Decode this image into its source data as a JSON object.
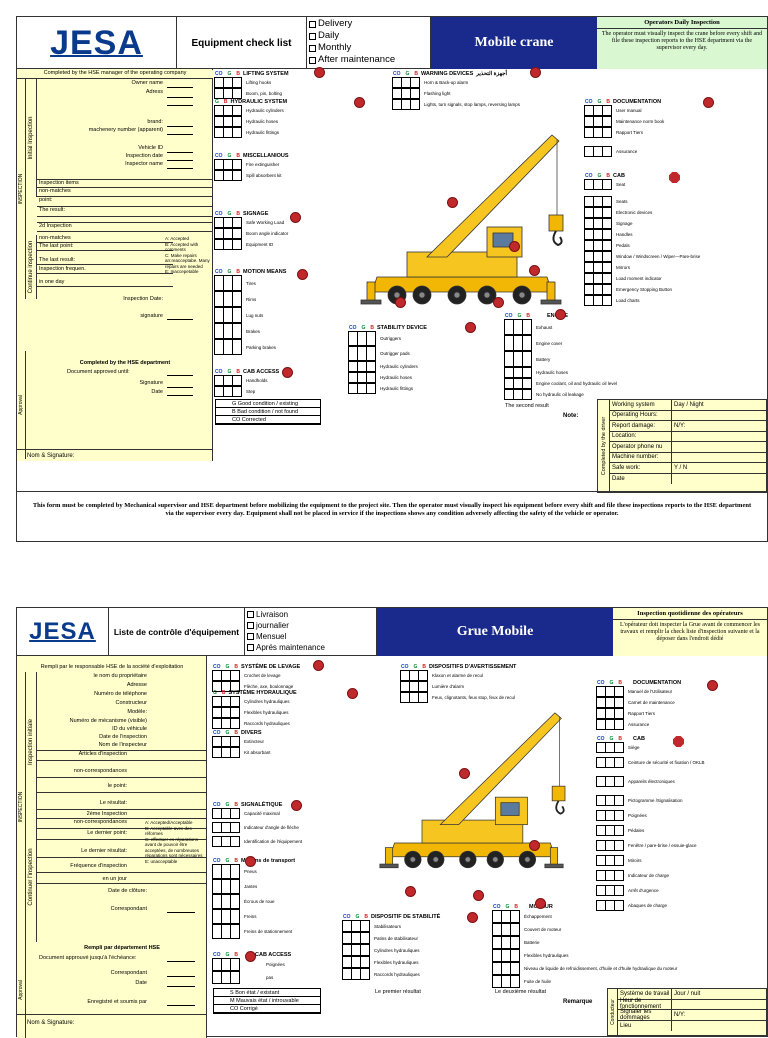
{
  "english": {
    "logo": "JESA",
    "checklist_title": "Equipment check list",
    "frequency": [
      "Delivery",
      "Daily",
      "Monthly",
      "After maintenance"
    ],
    "crane_title": "Mobile crane",
    "odi_title": "Operators Daily Inspection",
    "odi_desc": "The operator must visually inspect the crane before every shift and file these inspection reports to the HSE department via the supervisor every day.",
    "completed_by_op": "Completed by the HSE manager of the operating company",
    "owner_fields": [
      "Owner name",
      "Adress",
      "brand:",
      "machenery number (apparent)",
      "Vehicle ID",
      "Inspection date",
      "Inspector name"
    ],
    "vtab_inspection": "INSPECTION",
    "vtab_initial": "Initial Inspection",
    "vtab_continue": "Continue inspection",
    "vtab_approval": "Approval",
    "inspection_rows": [
      "Inspection items",
      "non-matches",
      "point:",
      "The result:",
      "2d Inspection",
      "non-matches",
      "The last point:",
      "The last result:",
      "Inspection frequen.",
      "in one day"
    ],
    "abce": [
      "A: Accepted",
      "B: Accepted with comments",
      "C: Make repairs arr.reacceptabe. Many repairs are needed",
      "E: Inaccepetable"
    ],
    "inspection_date": "Inspection Date:",
    "signature": "signature",
    "completed_by_hse": "Completed by the HSE department",
    "doc_approved": "Document approved until:",
    "sig2": "Signature",
    "date": "Date",
    "nom_sig": "Nom & Signature:",
    "sections": {
      "lifting": "LIFTING SYSTEM",
      "lifting_items": [
        "Lifting hooks",
        "Boom, pin, bolting"
      ],
      "hydraulic": "HYDRAULIC SYSTEM",
      "hydraulic_items": [
        "Hydraulic cylinders",
        "Hydraulic hoses",
        "Hydraulic fittings"
      ],
      "misc": "MISCELLANIOUS",
      "misc_items": [
        "Fire extinguisher",
        "Spill absorbent kit"
      ],
      "signage": "SIGNAGE",
      "signage_items": [
        "Safe Working Load",
        "Boom angle indicator",
        "Equipment ID"
      ],
      "motion": "MOTION MEANS",
      "motion_items": [
        "Tires",
        "Rims",
        "Lug nuts",
        "Brakes",
        "Parking brakes"
      ],
      "cab_access": "CAB ACCESS",
      "cab_access_items": [
        "Handholds",
        "Step"
      ],
      "warning": "WARNING DEVICES",
      "warning_ar": "أجهزة التحذير",
      "warning_items": [
        "Horn & Back-up alarm",
        "Flashing light",
        "Lights, turn signals, stop lamps, reversing lamps"
      ],
      "documentation": "DOCUMENTATION",
      "doc_items": [
        "User manual",
        "Maintenance norm book",
        "Rapport Tiers",
        "Assurance"
      ],
      "cab": "CAB",
      "cab_items": [
        "Seat",
        "Seats",
        "Electronic devices",
        "Signage",
        "Handles",
        "Pedals",
        "Window / Windscreen / Wiper—Pare-brise",
        "Mirrors",
        "Load moment indicator",
        "Emergency Stopping Button",
        "Load charts"
      ],
      "stability": "STABILITY DEVICE",
      "stability_items": [
        "Outriggers",
        "Outrigger pads",
        "Hydraulic cylinders",
        "Hydraulic hoses",
        "Hydraulic fittings"
      ],
      "engine": "ENGINE",
      "engine_items": [
        "Exhaust",
        "Engine cover",
        "Battery",
        "Hydraulic hoses",
        "Engine coolant, oil and hydraulic oil level",
        "No hydraulic oil leakage"
      ]
    },
    "legend": [
      "G Good condition / existing",
      "B Bad condition / not found",
      "CO Corrected"
    ],
    "second_result": "The second result",
    "note": "Note:",
    "driver_rows": [
      [
        "Working system",
        "Day / Night"
      ],
      [
        "Operating Hours:",
        ""
      ],
      [
        "Report damage:",
        "N/Y:"
      ],
      [
        "Location:",
        ""
      ],
      [
        "Operator phone nu",
        ""
      ],
      [
        "Machine number:",
        ""
      ],
      [
        "Safe work:",
        "Y / N"
      ],
      [
        "Date",
        ""
      ]
    ],
    "driver_vtab": "Completed by the driver",
    "footer": "This form must be completed by Mechanical supervisor and HSE department before mobilizing the equipment to the project site. Then the operator must visually inspect his equipment before every shift and file these inspections reports to the HSE department via the supervisor every day. Equipment shall not be placed in service if the inspections shows any condition adversely affecting the safety of the vehicle or operator."
  },
  "french": {
    "logo": "JESA",
    "checklist_title": "Liste de contrôle d'équipement",
    "frequency": [
      "Livraison",
      "journalier",
      "Mensuel",
      "Aprés maintenance"
    ],
    "crane_title": "Grue Mobile",
    "odi_title": "Inspection quotidienne des opérateurs",
    "odi_desc": "L'opérateur doit inspecter la Grue avant de commencer les travaux et remplir la check liste d'inspection suivante et la déposer dans l'endroit dédié",
    "completed_by_op": "Rempli par le responsable HSE de la société d'exploitation",
    "owner_fields": [
      "le nom du propriétaire",
      "Adresse",
      "Numéro de téléphone",
      "Constructeur",
      "Modèle:",
      "Numéro de mécanisme (visible)",
      "ID du véhicule",
      "Date de l'inspection",
      "Nom de l'inspecteur"
    ],
    "vtab_inspection": "INSPECTION",
    "vtab_initial": "Inspection initiale",
    "vtab_continue": "Continuer l'inspection",
    "vtab_approval": "Approval",
    "inspection_rows": [
      "Articles d'inspection",
      "non-correspondances",
      "le point:",
      "Le résultat:",
      "2ème Inspection",
      "non-correspondances",
      "Le dernier point:",
      "Le dernier résultat:",
      "Fréquence d'inspection",
      "en un jour"
    ],
    "abce": [
      "A: Accepted/Acceptable",
      "B: Acceptable avec des réformes",
      "C: effectuer es réparations avant de pouvoir être acceptées, de nombreuses réparations sont nécessaires",
      "E: unacceptable"
    ],
    "inspection_date": "Date de clôture:",
    "signature": "Correspondant",
    "completed_by_hse": "Rempli par département HSE",
    "doc_approved": "Document approuvé jusqu'à l'échéance:",
    "sig2": "Correspondant",
    "date": "Date",
    "enregistre": "Enregistré et soumis par",
    "nom_sig": "Nom & Signature:",
    "sections": {
      "lifting": "SYSTÈME DE LEVAGE",
      "lifting_items": [
        "Crochet de levage",
        "Flèche, axe, boulonnage"
      ],
      "hydraulic": "SYSTÈME HYDRAULIQUE",
      "hydraulic_items": [
        "Cylindres hydrauliques",
        "Flexibles hydrauliques",
        "Raccords hydrauliques"
      ],
      "misc": "DIVERS",
      "misc_items": [
        "Extincteur",
        "Kit absorbant"
      ],
      "signage": "SIGNALÉTIQUE",
      "signage_items": [
        "Capacité maximal",
        "Indicateur d'angle de flèche",
        "Identification de l'équipement"
      ],
      "motion": "Moyens de transport",
      "motion_items": [
        "Pneus",
        "Jantes",
        "Écrous de roue",
        "Freins",
        "Freins de stationnement"
      ],
      "cab_access": "CAB ACCESS",
      "cab_access_items": [
        "Poignées",
        "pas"
      ],
      "warning": "DISPOSITIFS D'AVERTISSEMENT",
      "warning_items": [
        "Klaxon et alarme de recul",
        "Lumière d'alarm",
        "Feux, clignotants, feux stop, feux de recul"
      ],
      "documentation": "DOCUMENTATION",
      "doc_items": [
        "Manuel de l'Utilisateur",
        "Carnet de maintenance",
        "Rapport Tiers",
        "Assurance"
      ],
      "cab": "CAB",
      "cab_items": [
        "Siège",
        "Ceinture de sécurité et fixation / OKLB",
        "Appareils électroniques",
        "Pictogramme /Signalisation",
        "Poignées",
        "Pédales",
        "Fenêtre / pare-brise / essuie-glace",
        "Miroirs",
        "Indicateur de charge",
        "Arrêt d'urgence",
        "Abaques de charge"
      ],
      "stability": "DISPOSITIF DE STABILITÉ",
      "stability_items": [
        "Stabilisateurs",
        "Patins de stabilisateur",
        "Cylindres hydrauliques",
        "Flexibles hydrauliques",
        "Raccords hydrauliques"
      ],
      "engine": "MOTEUR",
      "engine_items": [
        "Échappement",
        "Couvert de moteur",
        "Batterie",
        "Flexibles hydrauliques",
        "Niveau de liquide de refroidissement, d'huile et d'huile hydraulique du moteur",
        "Fuite de huile"
      ]
    },
    "legend": [
      "S Bon état / existant",
      "M Mauvais état / introuvable",
      "CO Corrigé"
    ],
    "first_result": "Le premier résultat",
    "second_result": "Le deuxième résultat",
    "note": "Remarque",
    "driver_rows": [
      [
        "Système de travail",
        "Jour / nuit"
      ],
      [
        "Heur de fonctionnement",
        ""
      ],
      [
        "Signaler les dommages",
        "N/Y:"
      ],
      [
        "Lieu",
        ""
      ]
    ],
    "driver_vtab": "Conducteur"
  },
  "legend_letters": {
    "co": "CO",
    "g": "G",
    "b": "B"
  },
  "colors": {
    "navy": "#1a2a8c",
    "yellow": "#ffffcc",
    "green_header": "#d9f7d0",
    "logo_blue": "#0a3a8c",
    "stop_red": "#c0282b"
  }
}
